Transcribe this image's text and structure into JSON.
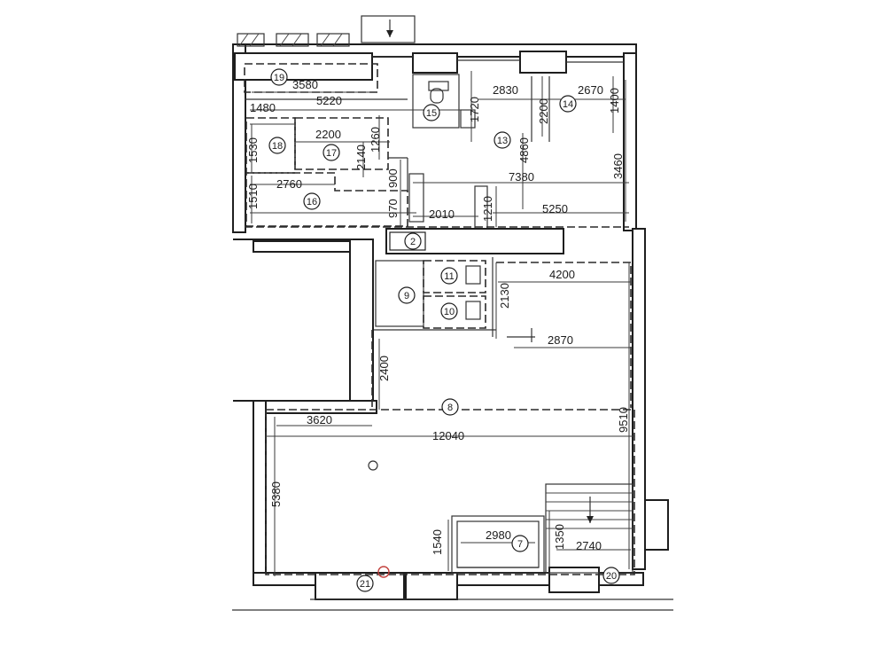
{
  "colors": {
    "line": "#1e1e1e",
    "marker_red": "#c2403c",
    "background": "#ffffff"
  },
  "rooms": [
    {
      "id": "room-19",
      "number": "19"
    },
    {
      "id": "room-18",
      "number": "18"
    },
    {
      "id": "room-17",
      "number": "17"
    },
    {
      "id": "room-16",
      "number": "16"
    },
    {
      "id": "room-15",
      "number": "15"
    },
    {
      "id": "room-14",
      "number": "14"
    },
    {
      "id": "room-13",
      "number": "13"
    },
    {
      "id": "room-2",
      "number": "2"
    },
    {
      "id": "room-11",
      "number": "11"
    },
    {
      "id": "room-10",
      "number": "10"
    },
    {
      "id": "room-9",
      "number": "9"
    },
    {
      "id": "room-8",
      "number": "8"
    },
    {
      "id": "room-7",
      "number": "7"
    },
    {
      "id": "room-21",
      "number": "21"
    },
    {
      "id": "room-20",
      "number": "20"
    }
  ],
  "dimensions": [
    "3580",
    "5220",
    "1480",
    "2200",
    "1260",
    "2140",
    "1530",
    "2760",
    "900",
    "1510",
    "970",
    "2830",
    "1720",
    "2200",
    "2670",
    "1400",
    "4860",
    "7380",
    "3460",
    "2010",
    "1210",
    "5250",
    "2130",
    "4200",
    "2870",
    "2400",
    "9510",
    "3620",
    "12040",
    "5380",
    "1540",
    "2980",
    "1350",
    "2740"
  ]
}
